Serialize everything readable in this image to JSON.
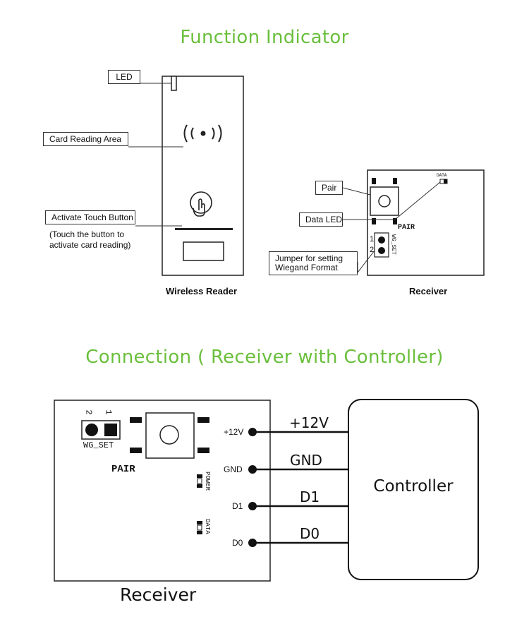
{
  "section1": {
    "title": "Function Indicator",
    "reader_callouts": {
      "led": "LED",
      "card_area": "Card Reading Area",
      "touch_button": "Activate Touch Button",
      "touch_note_line1": "(Touch the button to",
      "touch_note_line2": "activate card reading)"
    },
    "reader_caption": "Wireless Reader",
    "receiver_callouts": {
      "pair": "Pair",
      "data_led": "Data LED",
      "jumper_line1": "Jumper for setting",
      "jumper_line2": "Wiegand Format"
    },
    "receiver_board": {
      "data_tag": "DATA",
      "pair_tag": "PAIR",
      "wg_set_tag": "WG_SET",
      "pin1": "1",
      "pin2": "2"
    },
    "receiver_caption": "Receiver"
  },
  "section2": {
    "title": "Connection ( Receiver with Controller)",
    "board": {
      "pin2": "2",
      "pin1": "1",
      "wg_set": "WG_SET",
      "pair": "PAIR",
      "power": "POWER",
      "data": "DATA"
    },
    "terminals": [
      "+12V",
      "GND",
      "D1",
      "D0"
    ],
    "wires": [
      "+12V",
      "GND",
      "D1",
      "D0"
    ],
    "controller_label": "Controller",
    "receiver_caption": "Receiver"
  },
  "colors": {
    "title": "#6abf3c",
    "line": "#111111"
  }
}
